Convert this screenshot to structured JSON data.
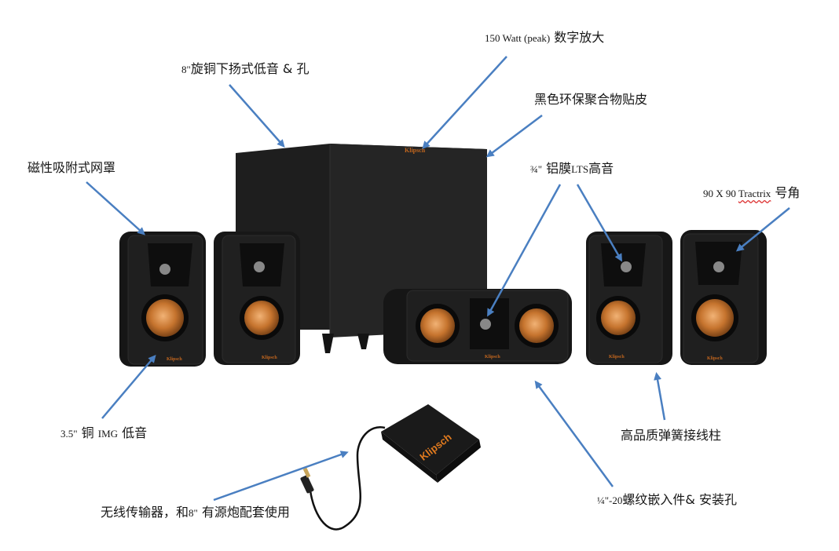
{
  "callouts": {
    "sub_driver": {
      "prefix": "8\"",
      "text": "旋铜下扬式低音 & 孔"
    },
    "amp": {
      "prefix": "150 Watt (peak)",
      "text": " 数字放大"
    },
    "finish": {
      "text": "黑色环保聚合物贴皮"
    },
    "grille": {
      "text": "磁性吸附式网罩"
    },
    "tweeter": {
      "prefix": "¾\"",
      "text": " 铝膜",
      "mid": "LTS",
      "suffix": "高音"
    },
    "horn": {
      "prefix": "90 X 90 ",
      "mid": "Tractrix",
      "suffix": " 号角"
    },
    "woofer": {
      "prefix": "3.5\"",
      "text": " 铜 ",
      "mid": "IMG",
      "suffix": " 低音"
    },
    "terminals": {
      "text": "高品质弹簧接线柱"
    },
    "insert": {
      "prefix": "¼\"-20",
      "text": "螺纹嵌入件& 安装孔"
    },
    "wireless": {
      "text": "无线传输器，和",
      "mid": "8\"",
      "suffix": " 有源炮配套使用"
    }
  },
  "brand": {
    "name": "Klipsch",
    "accent": "#e07a1f",
    "arrow_color": "#4a7fc1"
  }
}
